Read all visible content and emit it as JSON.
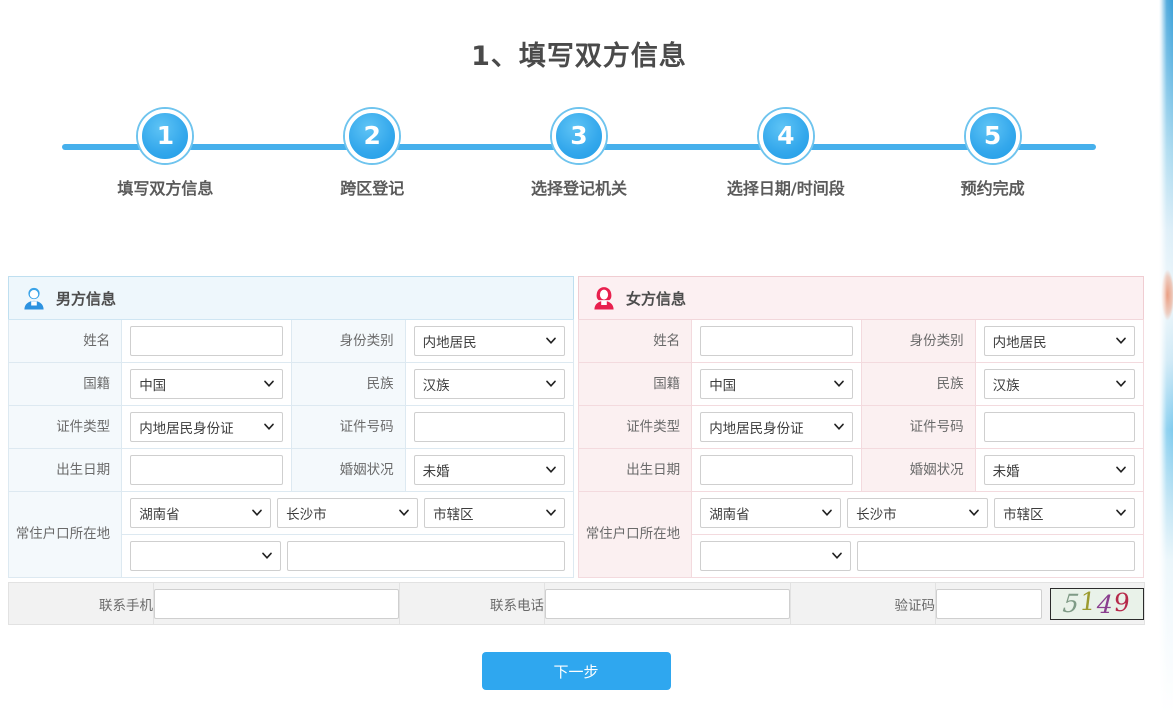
{
  "page": {
    "title": "1、填写双方信息"
  },
  "stepper": {
    "steps": [
      {
        "num": "1",
        "label": "填写双方信息"
      },
      {
        "num": "2",
        "label": "跨区登记"
      },
      {
        "num": "3",
        "label": "选择登记机关"
      },
      {
        "num": "4",
        "label": "选择日期/时间段"
      },
      {
        "num": "5",
        "label": "预约完成"
      }
    ],
    "active_color": "#2fa7ef",
    "line_color": "#46b0ec"
  },
  "male": {
    "header": "男方信息",
    "icon": "male-avatar-icon",
    "labels": {
      "name": "姓名",
      "identity_type": "身份类别",
      "nationality": "国籍",
      "ethnicity": "民族",
      "cert_type": "证件类型",
      "cert_number": "证件号码",
      "birth_date": "出生日期",
      "marital_status": "婚姻状况",
      "residence": "常住户口所在地"
    },
    "values": {
      "name": "",
      "identity_type": "内地居民",
      "nationality": "中国",
      "ethnicity": "汉族",
      "cert_type": "内地居民身份证",
      "cert_number": "",
      "birth_date": "",
      "marital_status": "未婚",
      "province": "湖南省",
      "city": "长沙市",
      "district": "市辖区",
      "street": "",
      "address_detail": ""
    }
  },
  "female": {
    "header": "女方信息",
    "icon": "female-avatar-icon",
    "labels": {
      "name": "姓名",
      "identity_type": "身份类别",
      "nationality": "国籍",
      "ethnicity": "民族",
      "cert_type": "证件类型",
      "cert_number": "证件号码",
      "birth_date": "出生日期",
      "marital_status": "婚姻状况",
      "residence": "常住户口所在地"
    },
    "values": {
      "name": "",
      "identity_type": "内地居民",
      "nationality": "中国",
      "ethnicity": "汉族",
      "cert_type": "内地居民身份证",
      "cert_number": "",
      "birth_date": "",
      "marital_status": "未婚",
      "province": "湖南省",
      "city": "长沙市",
      "district": "市辖区",
      "street": "",
      "address_detail": ""
    }
  },
  "contact": {
    "mobile_label": "联系手机",
    "mobile_value": "",
    "phone_label": "联系电话",
    "phone_value": "",
    "captcha_label": "验证码",
    "captcha_value": "",
    "captcha_code": "5149",
    "captcha_digits": [
      {
        "ch": "5",
        "color": "#7f9b86"
      },
      {
        "ch": "1",
        "color": "#9c9b2f"
      },
      {
        "ch": "4",
        "color": "#8a3f8f"
      },
      {
        "ch": "9",
        "color": "#b62a4a"
      }
    ]
  },
  "footer": {
    "next_label": "下一步"
  }
}
